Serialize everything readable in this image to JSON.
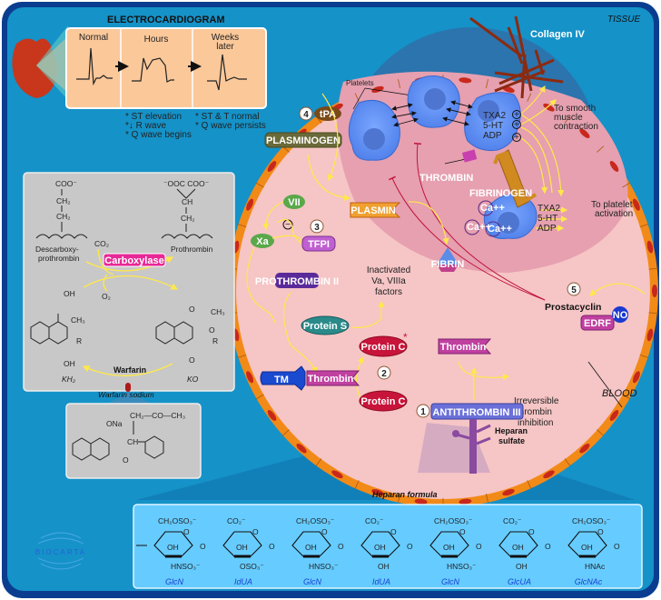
{
  "diagram": {
    "colors": {
      "frame": "#0a3d8f",
      "background": "#1592c8",
      "cell": "#f6c5c5",
      "platelet_zone": "#e6a0b0",
      "tissue_shade": "#2f6fa8",
      "endothelium": "#f28a18",
      "nucleus": "#c8281c",
      "platelet": "#5a8cf0",
      "arrow_yellow": "#ffe84a",
      "arrow_red": "#c0143c",
      "heparan_panel": "#66ccff",
      "chem_panel": "#c8c8c8",
      "ecg_panel": "#fbc89a"
    },
    "region_labels": {
      "tissue": "TISSUE",
      "blood": "BLOOD",
      "collagen": "Collagen IV"
    },
    "ecg": {
      "title": "ELECTROCARDIOGRAM",
      "stages": [
        {
          "label_line1": "Normal",
          "label_line2": ""
        },
        {
          "label_line1": "Hours",
          "label_line2": ""
        },
        {
          "label_line1": "Weeks",
          "label_line2": "later"
        }
      ],
      "notes_hours": [
        "* ST elevation",
        "*↓ R wave",
        "* Q wave begins"
      ],
      "notes_weeks": [
        "* ST & T normal",
        "* Q wave persists"
      ]
    },
    "vitamin_k_cycle": {
      "descarboxy_label_1": "Descarboxy-",
      "descarboxy_label_2": "prothrombin",
      "prothrombin_label": "Prothrombin",
      "co2": "CO₂",
      "o2": "O₂",
      "enzyme": "Carboxylase",
      "kh2": "KH₂",
      "ko": "KO",
      "inhibitor": "Warfarin",
      "coo_left": "COO⁻",
      "ch2": "CH₂",
      "coo_pair": "⁻OOC  COO⁻",
      "ch": "CH",
      "oh": "OH",
      "ch3": "CH₃",
      "r": "R",
      "o": "O"
    },
    "warfarin_sodium": {
      "title": "Warfarin sodium",
      "chain": "CH₂—CO—CH₃",
      "ona": "ONa",
      "ch": "CH",
      "o": "O"
    },
    "platelets": {
      "label": "Platelets",
      "mediators": [
        "TXA2",
        "5-HT",
        "ADP"
      ],
      "smooth_muscle_note": [
        "To smooth",
        "muscle",
        "contraction"
      ],
      "activation_note": [
        "To platelet",
        "activation"
      ],
      "plus": "+",
      "thrombin": "THROMBIN",
      "fibrinogen": "FIBRINOGEN",
      "calcium": [
        "Ca++",
        "Ca++",
        "Ca++"
      ]
    },
    "cascade": {
      "steps": [
        "1",
        "2",
        "3",
        "4",
        "5"
      ],
      "tpa": "tPA",
      "plasminogen": "PLASMINOGEN",
      "plasmin": "PLASMIN",
      "fibrin": "FIBRIN",
      "vii": "VII",
      "xa": "Xa",
      "minus": "−",
      "tfpi": "TFPI",
      "prothrombin_ii": "PROTHROMBIN II",
      "protein_s": "Protein S",
      "protein_c_active": "Protein C",
      "protein_c": "Protein C",
      "active_star": "*",
      "inactivated": [
        "Inactivated",
        "Va, VIIIa",
        "factors"
      ],
      "tm": "TM",
      "thrombin_tm": "Thrombin",
      "thrombin_free": "Thrombin",
      "irreversible": [
        "Irreversible",
        "thrombin",
        "inhibition"
      ],
      "antithrombin": "ANTITHROMBIN III",
      "heparan_sulfate": [
        "Heparan",
        "sulfate"
      ],
      "prostacyclin": "Prostacyclin",
      "edrf": "EDRF",
      "no": "NO"
    },
    "heparan_formula": {
      "title": "Heparan formula",
      "units": [
        {
          "name": "GlcN",
          "top": "CH₂OSO₃⁻",
          "bottom": "HNSO₃⁻",
          "ring": "OH"
        },
        {
          "name": "IdUA",
          "top": "CO₂⁻",
          "bottom": "OSO₃⁻",
          "ring": "OH"
        },
        {
          "name": "GlcN",
          "top": "CH₂OSO₃⁻",
          "bottom": "HNSO₃⁻",
          "ring": "OH"
        },
        {
          "name": "IdUA",
          "top": "CO₂⁻",
          "bottom": "OH",
          "ring": "OH"
        },
        {
          "name": "GlcN",
          "top": "CH₂OSO₃⁻",
          "bottom": "HNSO₃⁻",
          "ring": "OH"
        },
        {
          "name": "GlcUA",
          "top": "CO₂⁻",
          "bottom": "OH",
          "ring": "OH"
        },
        {
          "name": "GlcNAc",
          "top": "CH₂OSO₃⁻",
          "bottom": "HNAc",
          "ring": "OH"
        }
      ],
      "link_o": "O"
    },
    "brand": "BIOCARTA"
  }
}
